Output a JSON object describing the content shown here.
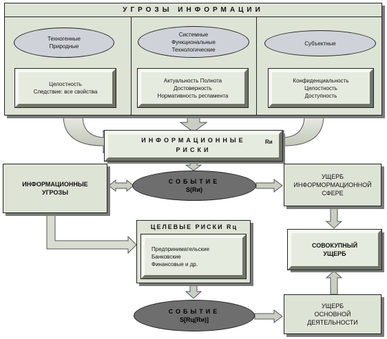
{
  "top": {
    "title": "УГРОЗЫ ИНФОРМАЦИИ",
    "columns": [
      {
        "ellipse": [
          "Техногенные",
          "Природные"
        ],
        "box": [
          "Целостность",
          "Следствие: все свойства"
        ]
      },
      {
        "ellipse": [
          "Системные",
          "Функциональные",
          "Технологические"
        ],
        "box": [
          "Актуальность Полнота",
          "Достоверность",
          "Нормативность регламента"
        ]
      },
      {
        "ellipse": [
          "Субъектные"
        ],
        "box": [
          "Конфиденциальность",
          "Целостность",
          "Доступность"
        ]
      }
    ]
  },
  "info_risks": {
    "label_line1": "ИНФОРМАЦИОННЫЕ",
    "label_line2": "РИСКИ",
    "symbol": "Rи"
  },
  "info_threats": {
    "label_line1": "ИНФОРМАЦИОННЫЕ",
    "label_line2": "УГРОЗЫ"
  },
  "event1": {
    "line1": "СОБЫТИЕ",
    "line2": "S(Rи)"
  },
  "damage_info": {
    "line1": "УЩЕРБ",
    "line2": "ИНФОРМОРМАЦИОННОЙ",
    "line3": "СФЕРЕ"
  },
  "target_risks": {
    "title": "ЦЕЛЕВЫЕ РИСКИ  Rц",
    "items": [
      "Предпринимательские",
      "Банковские",
      "Финансовые и др."
    ]
  },
  "total_damage": {
    "line1": "СОВОКУПНЫЙ",
    "line2": "УЩЕРБ"
  },
  "event2": {
    "line1": "СОБЫТИЕ",
    "line2": "S[Rц(Rи)]"
  },
  "damage_main": {
    "line1": "УЩЕРБ",
    "line2": "ОСНОВНОЙ",
    "line3": "ДЕЯТЕЛЬНОСТИ"
  }
}
